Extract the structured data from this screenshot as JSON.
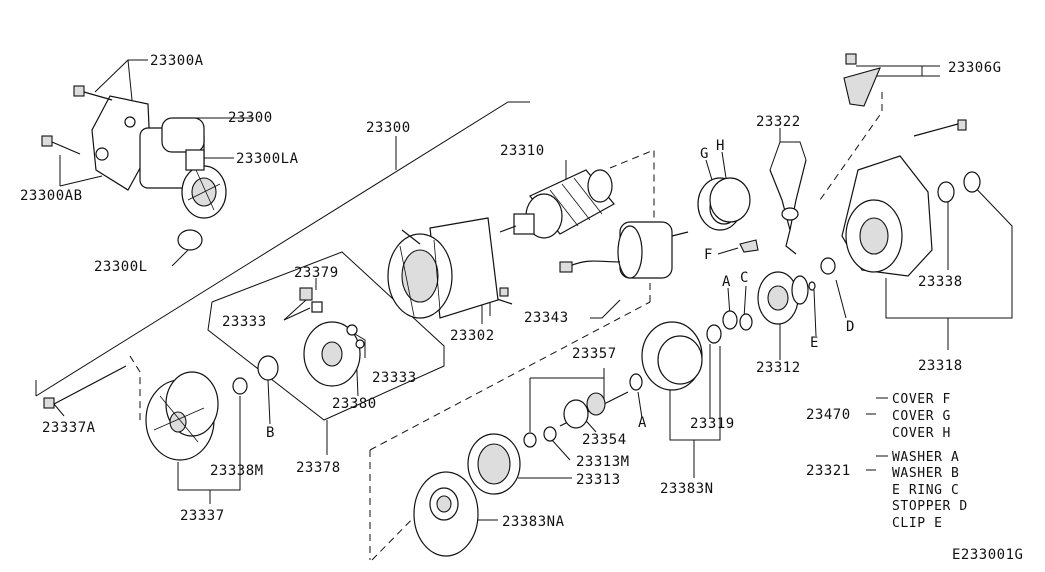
{
  "labels": {
    "p23300A": "23300A",
    "p23300_assy": "23300",
    "p23300LA": "23300LA",
    "p23300AB": "23300AB",
    "p23300L": "23300L",
    "p23300_main": "23300",
    "p23310": "23310",
    "p23322": "23322",
    "p23306G": "23306G",
    "g": "G",
    "h": "H",
    "f": "F",
    "a1": "A",
    "c": "C",
    "e": "E",
    "d": "D",
    "b": "B",
    "a2": "A",
    "p23379": "23379",
    "p23333a": "23333",
    "p23333b": "23333",
    "p23380": "23380",
    "p23302": "23302",
    "p23343": "23343",
    "p23338": "23338",
    "p23312": "23312",
    "p23318": "23318",
    "p23357": "23357",
    "p23319": "23319",
    "p23354": "23354",
    "p23313M": "23313M",
    "p23313": "23313",
    "p23383N": "23383N",
    "p23383NA": "23383NA",
    "p23337A": "23337A",
    "p23338M": "23338M",
    "p23378": "23378",
    "p23337": "23337",
    "p23470": "23470",
    "p23321": "23321",
    "diagram_code": "E233001G"
  },
  "kits": {
    "k23470": [
      "COVER F",
      "COVER G",
      "COVER H"
    ],
    "k23321": [
      "WASHER A",
      "WASHER B",
      "E RING C",
      "STOPPER D",
      "CLIP E"
    ]
  }
}
